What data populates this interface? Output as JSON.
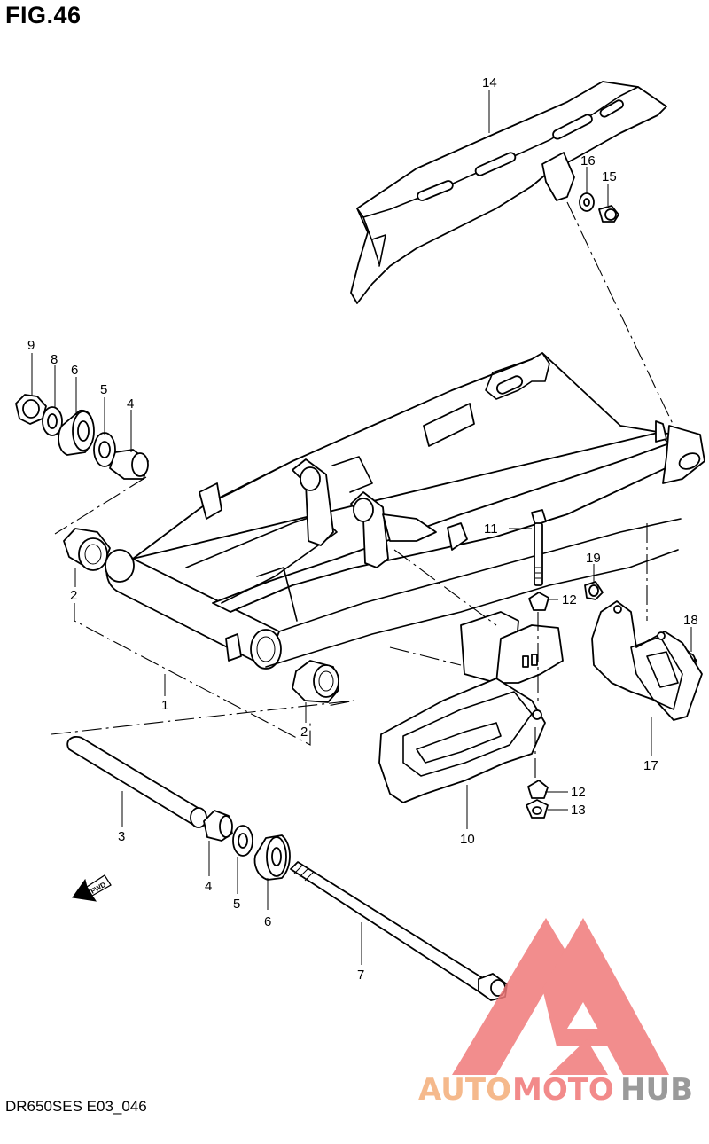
{
  "figure": {
    "title": "FIG.46",
    "code": "DR650SES E03_046"
  },
  "fwd_arrow": {
    "label": "FWD"
  },
  "watermark": {
    "text_parts": [
      "AUTO",
      "MOTO",
      "HUB"
    ],
    "colors": {
      "auto": "#f5b98c",
      "moto": "#f28a8a",
      "hub": "#9a9a9a",
      "logo": "#f07a7a"
    }
  },
  "callouts": [
    {
      "id": "c14",
      "label": "14"
    },
    {
      "id": "c16",
      "label": "16"
    },
    {
      "id": "c15",
      "label": "15"
    },
    {
      "id": "c9",
      "label": "9"
    },
    {
      "id": "c8",
      "label": "8"
    },
    {
      "id": "c6a",
      "label": "6"
    },
    {
      "id": "c5a",
      "label": "5"
    },
    {
      "id": "c4a",
      "label": "4"
    },
    {
      "id": "c2a",
      "label": "2"
    },
    {
      "id": "c11",
      "label": "11"
    },
    {
      "id": "c19",
      "label": "19"
    },
    {
      "id": "c12a",
      "label": "12"
    },
    {
      "id": "c18",
      "label": "18"
    },
    {
      "id": "c1",
      "label": "1"
    },
    {
      "id": "c2b",
      "label": "2"
    },
    {
      "id": "c17",
      "label": "17"
    },
    {
      "id": "c12b",
      "label": "12"
    },
    {
      "id": "c13",
      "label": "13"
    },
    {
      "id": "c10",
      "label": "10"
    },
    {
      "id": "c3",
      "label": "3"
    },
    {
      "id": "c4b",
      "label": "4"
    },
    {
      "id": "c5b",
      "label": "5"
    },
    {
      "id": "c6b",
      "label": "6"
    },
    {
      "id": "c7",
      "label": "7"
    }
  ]
}
